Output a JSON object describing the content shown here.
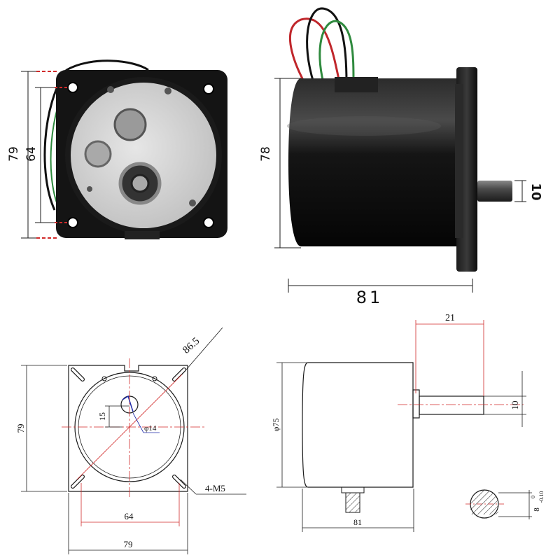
{
  "colors": {
    "dimension_line": "#1a1a1a",
    "centerline": "#d12a2a",
    "diagonal_label": "#1f2aa8",
    "motor_body": "#111111",
    "back_plate": "#d3d3d3",
    "wire_red": "#c0262b",
    "wire_green": "#2f8a3e",
    "wire_black": "#111111"
  },
  "photo_back": {
    "outer_height": "79",
    "hole_spacing": "64"
  },
  "photo_side": {
    "body_diameter": "78",
    "shaft_diameter": "10",
    "body_length": "81"
  },
  "drawing_front": {
    "diagonal": "86.5",
    "flat_offset": "15",
    "shaft_circle": "φ14",
    "mount_holes": "4-M5",
    "hole_spacing": "64",
    "width": "79",
    "height": "79"
  },
  "drawing_side": {
    "shaft_length": "21",
    "shaft_diameter": "10",
    "body_diameter": "φ75",
    "body_length": "81",
    "flat_depth_base": "8",
    "flat_tol_upper": "0",
    "flat_tol_lower": "-0.10"
  }
}
